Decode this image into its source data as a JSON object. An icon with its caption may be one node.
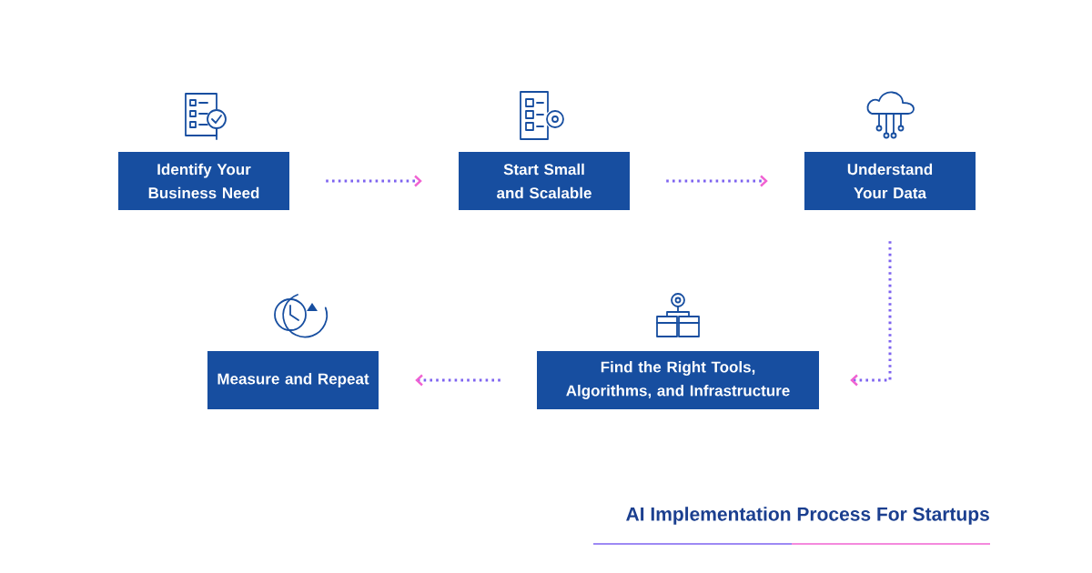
{
  "diagram": {
    "title": "AI Implementation Process For Startups",
    "nodes": [
      {
        "text": [
          "Identify Your Business Need"
        ]
      },
      {
        "text": [
          "Start Small and Scalable"
        ]
      },
      {
        "text": [
          "Understand Your Data"
        ]
      },
      {
        "text": [
          "Find the Right Tools, Algorithms, and Infrastructure"
        ]
      },
      {
        "text": [
          "Measure and Repeat"
        ]
      }
    ],
    "edges": [
      {
        "from": 0,
        "to": 1,
        "arrow": "to"
      },
      {
        "from": 1,
        "to": 2,
        "arrow": "to"
      },
      {
        "from": 2,
        "to": 3,
        "arrow": "to"
      },
      {
        "from": 3,
        "to": 4,
        "arrow": "to"
      }
    ]
  }
}
